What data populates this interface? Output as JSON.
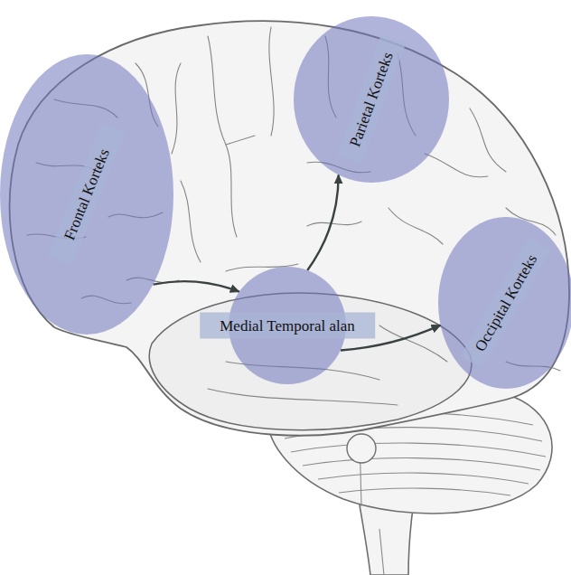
{
  "diagram": {
    "nodes": [
      {
        "text": [
          "Frontal Korteks"
        ]
      },
      {
        "text": [
          "Parietal Korteks"
        ]
      },
      {
        "text": [
          "Medial Temporal alan"
        ]
      },
      {
        "text": [
          "Occipital Korteks"
        ]
      }
    ],
    "edges": [
      {
        "from": 0,
        "to": 2,
        "arrow": "to"
      },
      {
        "from": 2,
        "to": 1,
        "arrow": "to"
      },
      {
        "from": 2,
        "to": 3,
        "arrow": "to"
      }
    ]
  }
}
